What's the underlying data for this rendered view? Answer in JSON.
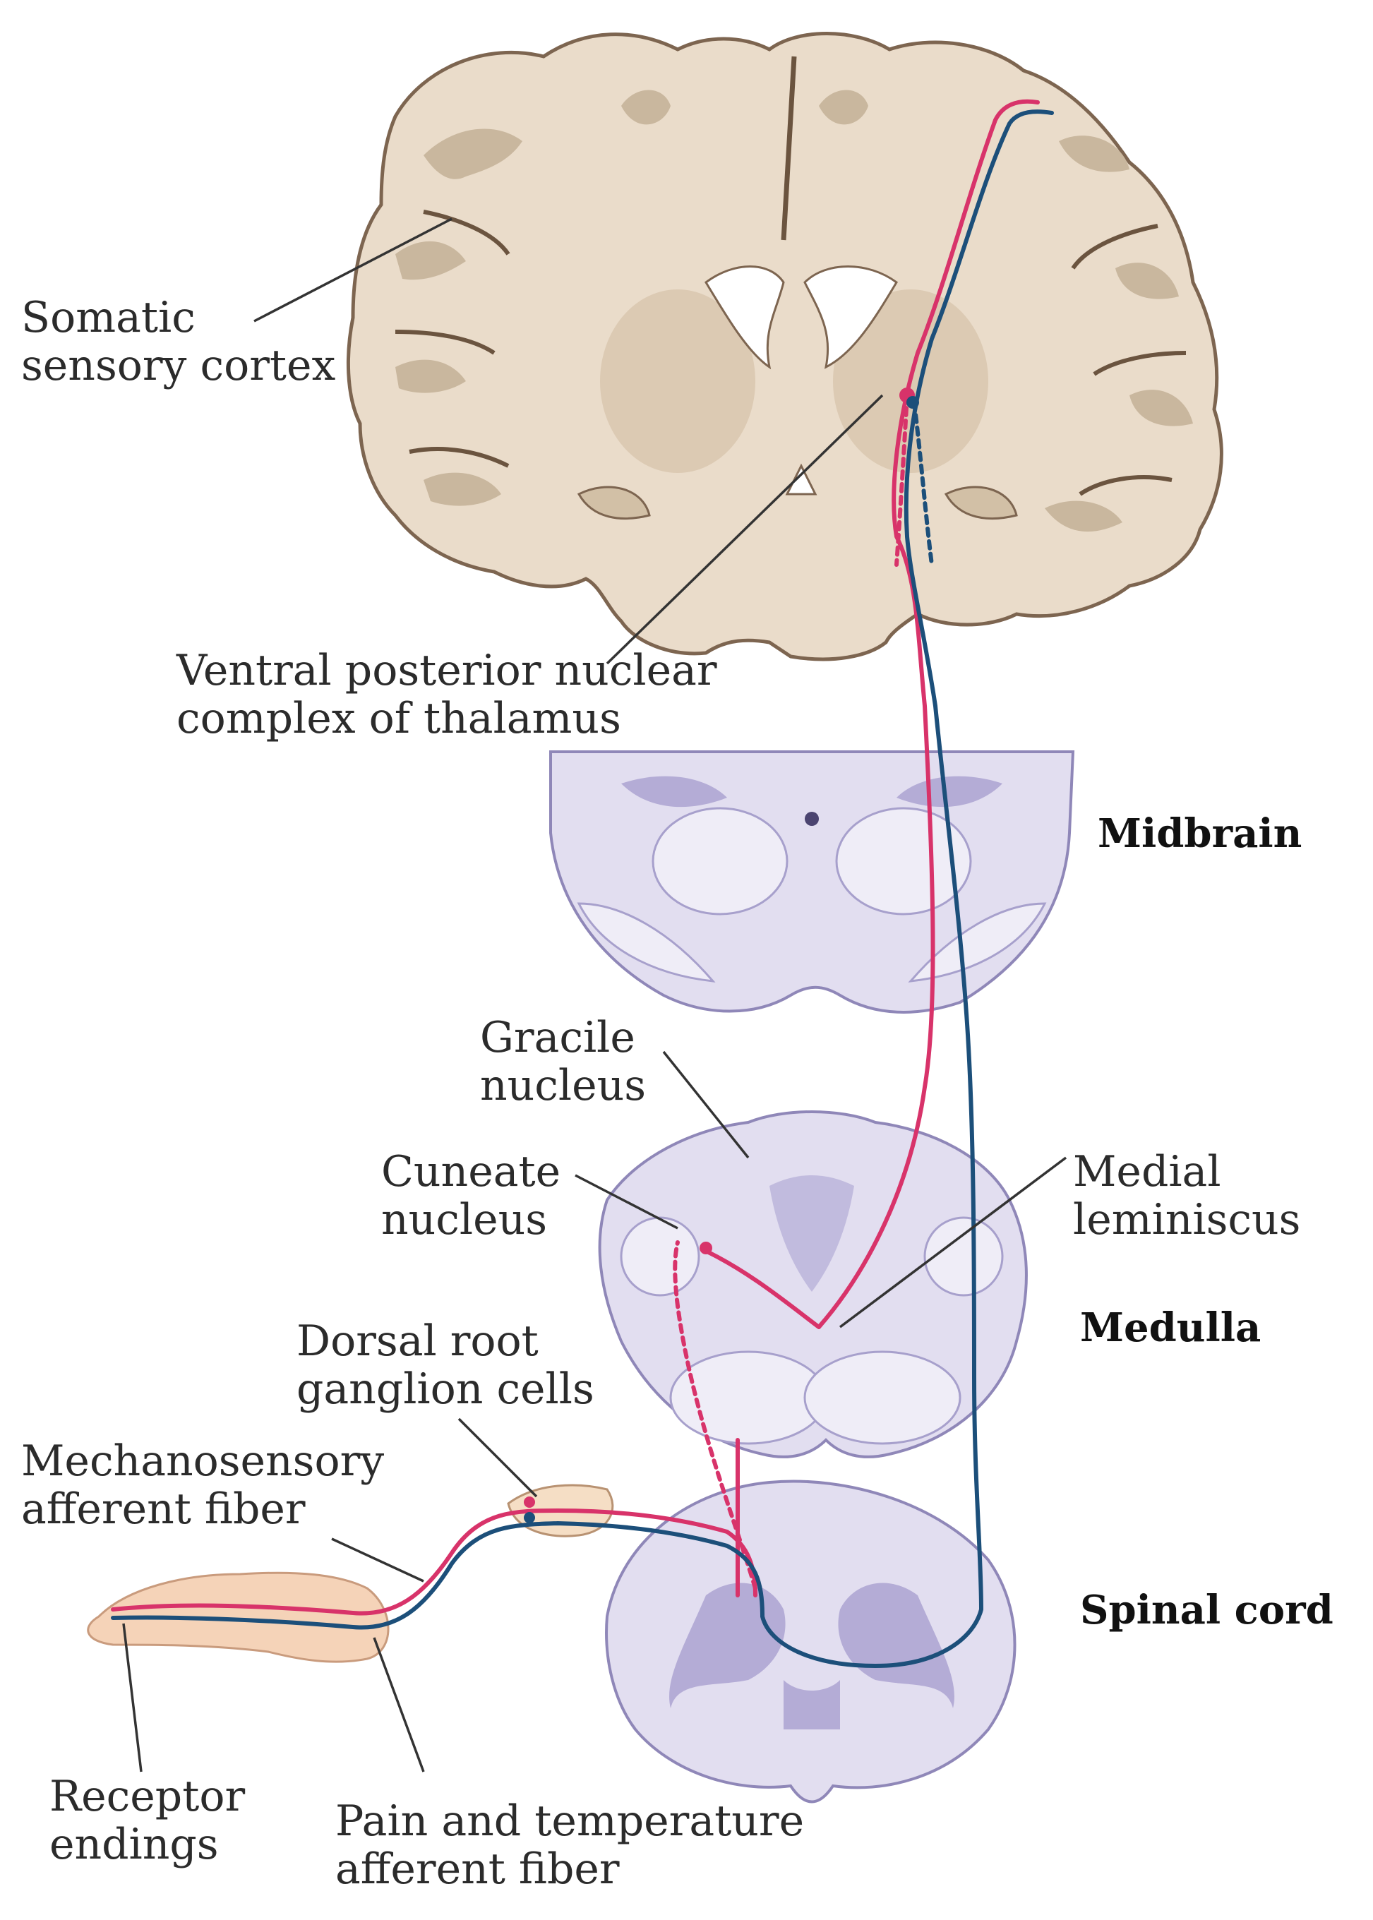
{
  "labels": {
    "somatic_sensory_cortex": [
      "Somatic",
      "sensory cortex"
    ],
    "ventral_posterior": [
      "Ventral posterior nuclear",
      "complex of thalamus"
    ],
    "midbrain": "Midbrain",
    "gracile_nucleus": [
      "Gracile",
      "nucleus"
    ],
    "cuneate_nucleus": [
      "Cuneate",
      "nucleus"
    ],
    "medial_lemniscus": [
      "Medial",
      "leminiscus"
    ],
    "medulla": "Medulla",
    "dorsal_root_ganglion": [
      "Dorsal root",
      "ganglion cells"
    ],
    "mechanosensory_fiber": [
      "Mechanosensory",
      "afferent fiber"
    ],
    "spinal_cord": "Spinal cord",
    "receptor_endings": [
      "Receptor",
      "endings"
    ],
    "pain_temperature_fiber": [
      "Pain and temperature",
      "afferent fiber"
    ]
  },
  "colors": {
    "mechanosensory_pathway": "#d8336a",
    "pain_temperature_pathway": "#1c4f7a",
    "brain_tissue": "#eadcca",
    "brainstem_section": "#e2def0"
  }
}
